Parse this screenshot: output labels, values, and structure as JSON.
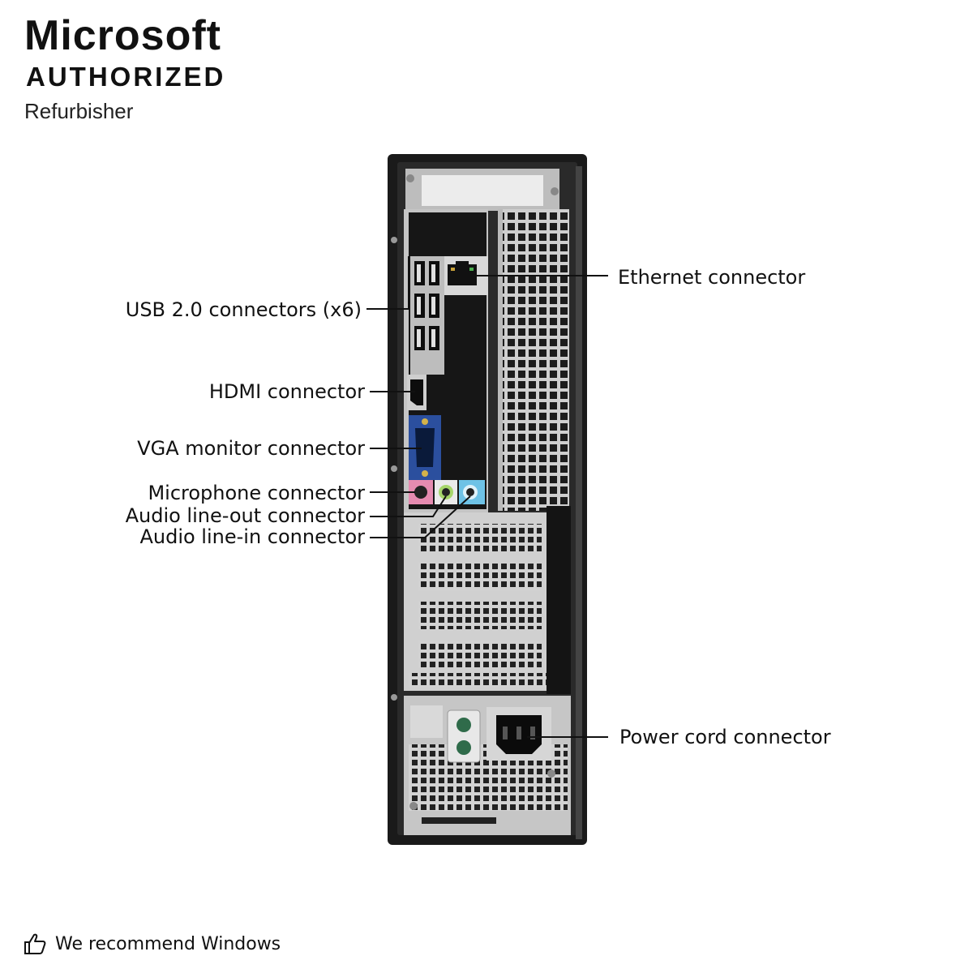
{
  "brand": {
    "title": "Microsoft",
    "subtitle": "AUTHORIZED",
    "tagline": "Refurbisher"
  },
  "callouts": {
    "ethernet": "Ethernet connector",
    "usb": "USB 2.0 connectors (x6)",
    "hdmi": "HDMI connector",
    "vga": "VGA monitor connector",
    "microphone": "Microphone connector",
    "audio_out": "Audio line-out connector",
    "audio_in": "Audio line-in connector",
    "power": "Power cord connector"
  },
  "footer": {
    "icon": "thumbs-up-icon",
    "text": "We recommend Windows"
  },
  "colors": {
    "chassis": "#1a1a1a",
    "panel": "#c9c9c9",
    "vga_port": "#2b4f9e",
    "mic_port": "#e58bb0",
    "line_out_port": "#a6d66a",
    "line_in_port": "#6ec2e6"
  }
}
